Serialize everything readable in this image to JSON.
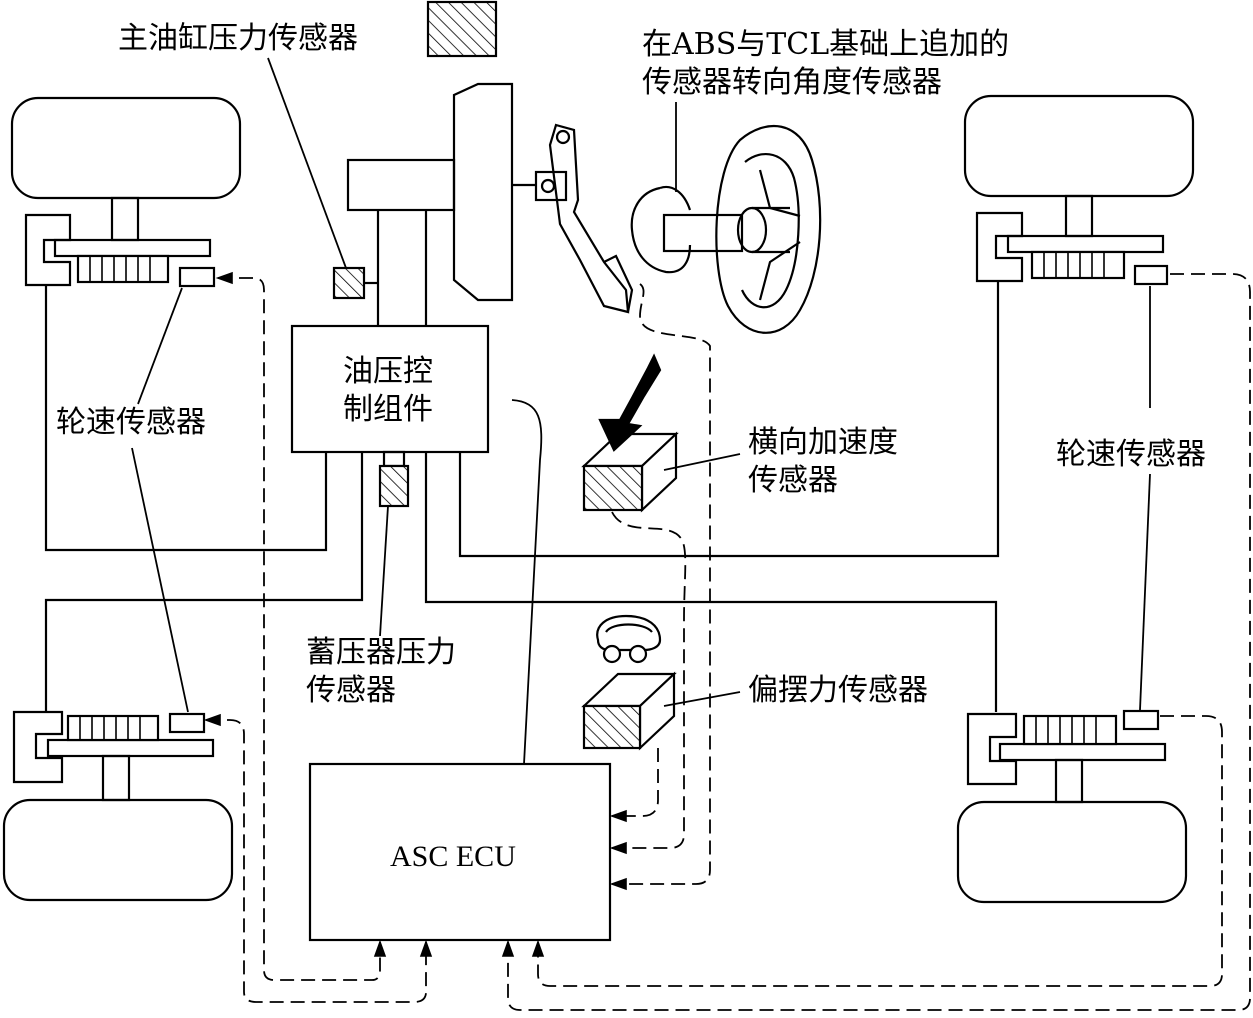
{
  "labels": {
    "master_cylinder_sensor": "主油缸压力传感器",
    "steering_sensor_line1": "在ABS与TCL基础上追加的",
    "steering_sensor_line2": "传感器转向角度传感器",
    "hydraulic_unit_line1": "油压控",
    "hydraulic_unit_line2": "制组件",
    "wheel_speed_left": "轮速传感器",
    "wheel_speed_right": "轮速传感器",
    "lateral_accel_line1": "横向加速度",
    "lateral_accel_line2": "传感器",
    "accumulator_line1": "蓄压器压力",
    "accumulator_line2": "传感器",
    "yaw_sensor": "偏摆力传感器",
    "ecu": "ASC ECU"
  },
  "colors": {
    "line": "#000000",
    "background": "#ffffff"
  }
}
